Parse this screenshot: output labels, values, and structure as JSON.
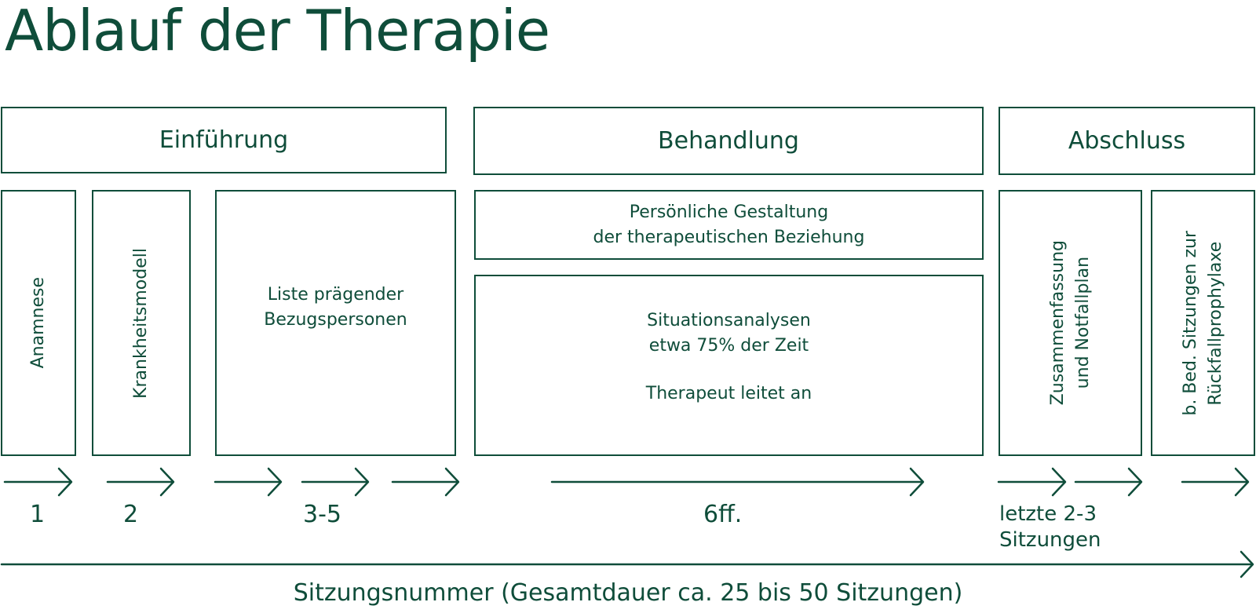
{
  "title": "Ablauf der Therapie",
  "phases": {
    "einfuehrung": "Einführung",
    "behandlung": "Behandlung",
    "abschluss": "Abschluss"
  },
  "steps": {
    "anamnese": "Anamnese",
    "krankheitsmodell": "Krankheitsmodell",
    "bezugspersonen": [
      "Liste prägender",
      "Bezugspersonen"
    ],
    "beziehung": [
      "Persönliche Gestaltung",
      "der therapeutischen Beziehung"
    ],
    "situationsanalysen": [
      "Situationsanalysen",
      "etwa 75% der Zeit",
      "Therapeut leitet an"
    ],
    "notfallplan": [
      "Zusammenfassung",
      "und Notfallplan"
    ],
    "prophylaxe": [
      "b. Bed. Sitzungen zur",
      "Rückfallprophylaxe"
    ]
  },
  "sessions": {
    "s1": "1",
    "s2": "2",
    "s3": "3-5",
    "s4": "6ff.",
    "s5": [
      "letzte 2-3",
      "Sitzungen"
    ]
  },
  "axis_label": "Sitzungsnummer (Gesamtdauer ca. 25 bis 50 Sitzungen)",
  "colors": {
    "primary": "#0f4d3a",
    "background": "#ffffff"
  }
}
